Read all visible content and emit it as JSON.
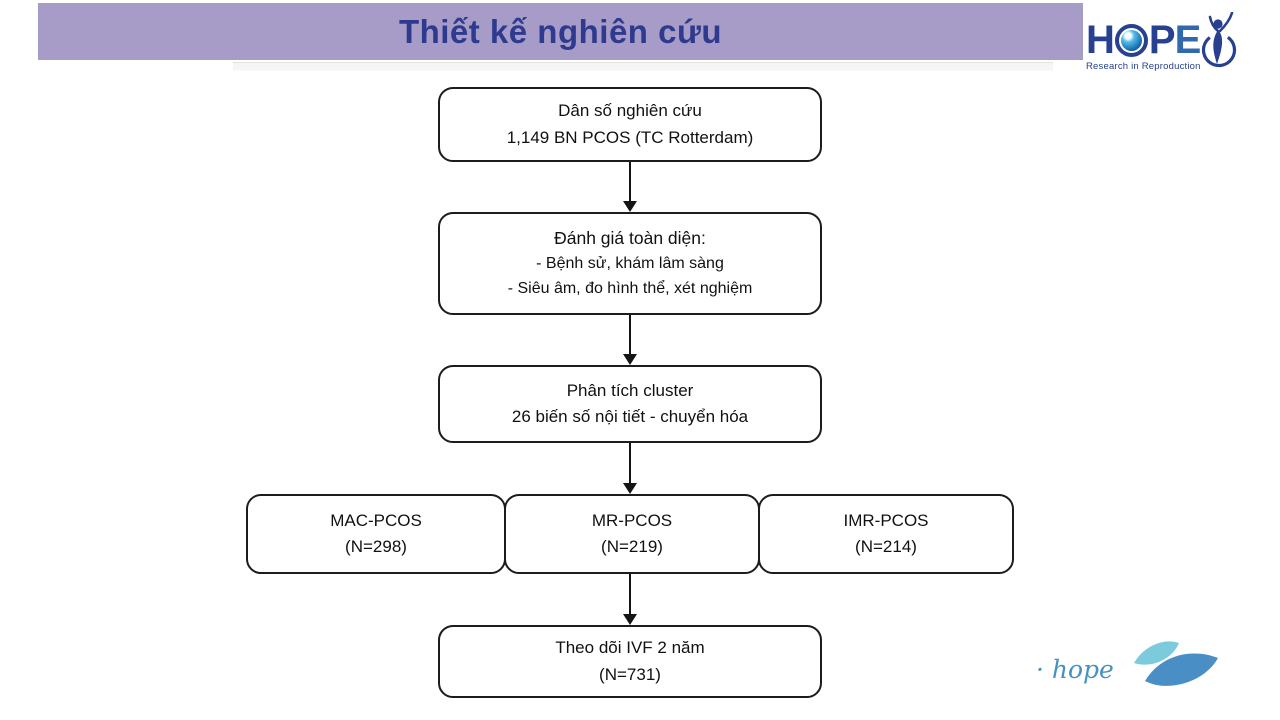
{
  "slide": {
    "title": "Thiết kế nghiên cứu"
  },
  "logo_top": {
    "word_h": "H",
    "word_p": "P",
    "word_e": "E",
    "subtitle": "Research in Reproduction"
  },
  "flowchart": {
    "population_box": {
      "line1": "Dân số nghiên cứu",
      "line2": "1,149 BN PCOS (TC Rotterdam)"
    },
    "eval_box": {
      "title": "Đánh giá toàn diện:",
      "lines": [
        "- Bệnh sử, khám lâm sàng",
        "- Siêu âm, đo hình thể, xét nghiệm"
      ]
    },
    "cluster_box": {
      "line1": "Phân tích cluster",
      "line2": "26 biến số nội tiết - chuyển hóa"
    },
    "cluster_groups": [
      {
        "name": "MAC-PCOS",
        "n": "(N=298)"
      },
      {
        "name": "MR-PCOS",
        "n": "(N=219)"
      },
      {
        "name": "IMR-PCOS",
        "n": "(N=214)"
      }
    ],
    "followup_box": {
      "line1": "Theo dõi IVF 2 năm",
      "line2": "(N=731)"
    }
  },
  "logo_bottom": {
    "text": "· hope"
  },
  "colors": {
    "header_bar": "#a79cc8",
    "title_text": "#2e3a8d",
    "box_border": "#1c1c1c",
    "logo_navy": "#27408f",
    "logo_eye_blue": "#0b59a7",
    "hope_script_blue": "#4691bd",
    "leaf_light": "#7bcbdc",
    "leaf_dark": "#4a8ec6"
  }
}
